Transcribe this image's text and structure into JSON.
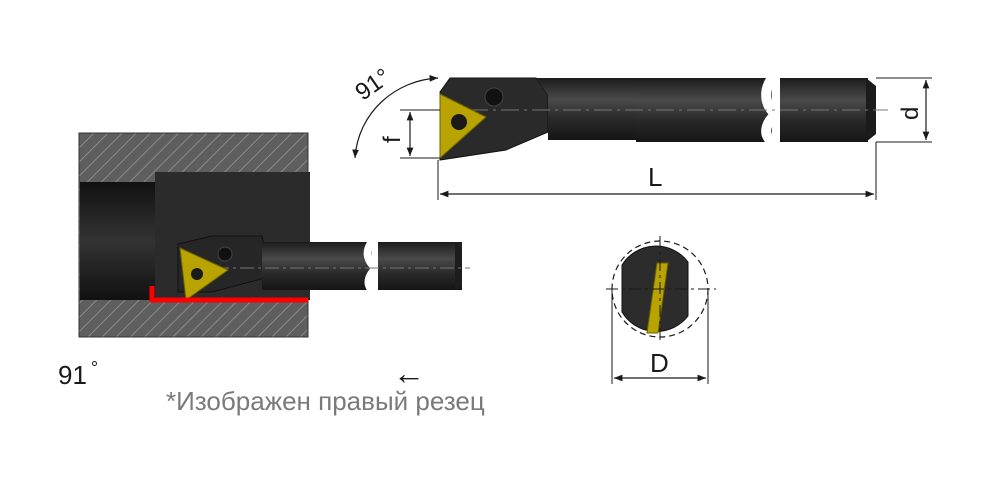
{
  "labels": {
    "angle_top": "91°",
    "f": "f",
    "d": "d",
    "L": "L",
    "D": "D",
    "angle_bottom_value": "91",
    "angle_bottom_unit": "°",
    "feed_arrow": "←",
    "caption": "*Изображен правый резец"
  },
  "colors": {
    "tool_body": "#2a2a2a",
    "tool_highlight": "#4a4a4a",
    "insert": "#b8a300",
    "cut_path": "#ff0000",
    "workpiece_hatch": "#606060"
  }
}
